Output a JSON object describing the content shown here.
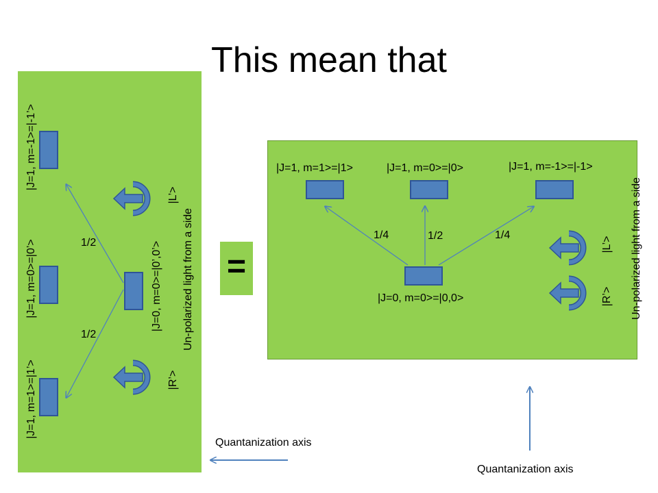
{
  "title": "This mean that",
  "left_panel": {
    "state_top": "|J=1, m=-1>=|-1’>",
    "state_mid": "|J=1, m=0>=|0’>",
    "state_bot": "|J=1, m=1>=|1’>",
    "ground_state": "|J=0, m=0>=|0’,0’>",
    "prob_up": "1/2",
    "prob_down": "1/2",
    "light_desc": "Un-polarized light from a side",
    "pol_L": "|L’>",
    "pol_R": "|R’>"
  },
  "equals": "=",
  "right_panel": {
    "state_left": "|J=1, m=1>=|1>",
    "state_mid": "|J=1, m=0>=|0>",
    "state_right": "|J=1, m=-1>=|-1>",
    "ground_state": "|J=0, m=0>=|0,0>",
    "prob_left": "1/4",
    "prob_mid": "1/2",
    "prob_right": "1/4",
    "light_desc": "Un-polarized light from a side",
    "pol_L": "|L’>",
    "pol_R": "|R’>"
  },
  "axis_left_label": "Quantanization axis",
  "axis_right_label": "Quantanization axis",
  "colors": {
    "panel": "#92d050",
    "level": "#4f81bd",
    "arrow": "#4f81bd"
  },
  "icons": [
    "curved-arrow-icon"
  ]
}
